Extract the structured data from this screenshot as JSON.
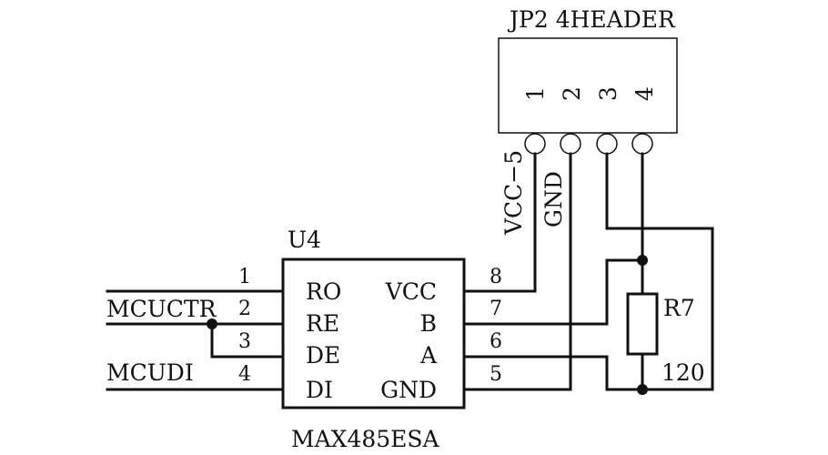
{
  "ic": {
    "ref": "U4",
    "part": "MAX485ESA",
    "left_pins": [
      {
        "num": "1",
        "name": "RO"
      },
      {
        "num": "2",
        "name": "RE"
      },
      {
        "num": "3",
        "name": "DE"
      },
      {
        "num": "4",
        "name": "DI"
      }
    ],
    "right_pins": [
      {
        "num": "8",
        "name": "VCC"
      },
      {
        "num": "7",
        "name": "B"
      },
      {
        "num": "6",
        "name": "A"
      },
      {
        "num": "5",
        "name": "GND"
      }
    ]
  },
  "header": {
    "label": "JP2 4HEADER",
    "pins": [
      "1",
      "2",
      "3",
      "4"
    ]
  },
  "nets": {
    "vcc": "VCC−5",
    "gnd": "GND",
    "mcuctr": "MCUCTR",
    "mcudi": "MCUDI"
  },
  "resistor": {
    "ref": "R7",
    "value": "120"
  }
}
